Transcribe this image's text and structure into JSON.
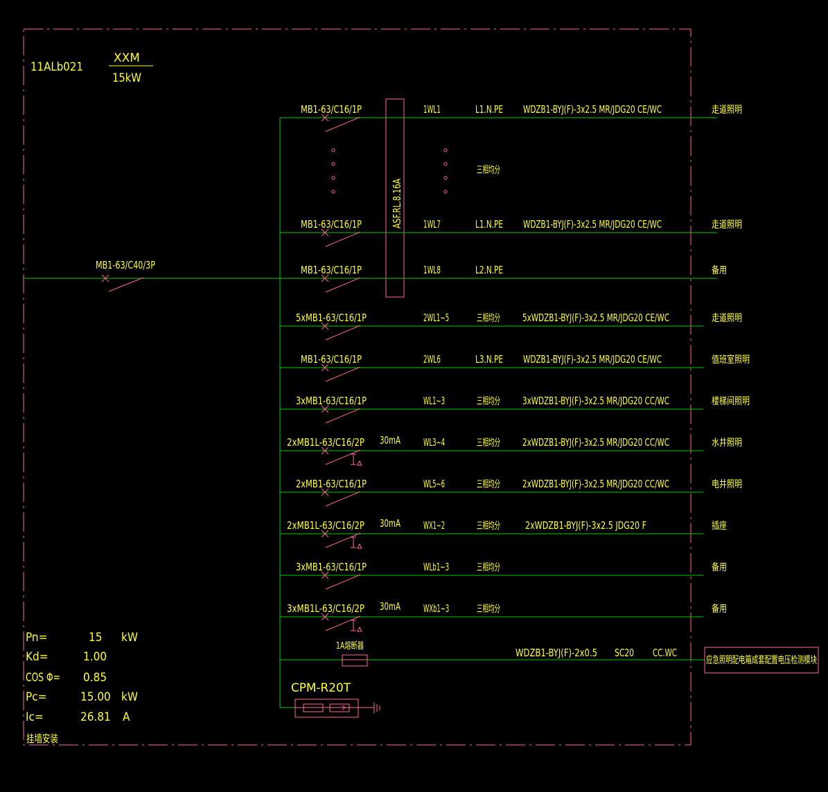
{
  "panel": {
    "code": "11ALb021",
    "name": "XXM",
    "power": "15kW",
    "main_breaker": "MB1-63/C40/3P",
    "bus_device": "ASF.RL.8.16A",
    "three_phase_note": "三相均分",
    "install": "挂墙安装"
  },
  "params": [
    {
      "label": "Pn=",
      "value": "15",
      "unit": "kW"
    },
    {
      "label": "Kd=",
      "value": "1.00",
      "unit": ""
    },
    {
      "label": "COS Φ=",
      "value": "0.85",
      "unit": ""
    },
    {
      "label": "Pc=",
      "value": "15.00",
      "unit": "kW"
    },
    {
      "label": "Ic=",
      "value": "26.81",
      "unit": "A"
    }
  ],
  "circuits": [
    {
      "breaker": "MB1-63/C16/1P",
      "rcd": "",
      "circuit": "1WL1",
      "phase": "L1.N.PE",
      "cable": "WDZB1-BYJ(F)-3x2.5 MR/JDG20 CE/WC",
      "load": "走道照明"
    },
    {
      "breaker": "MB1-63/C16/1P",
      "rcd": "",
      "circuit": "1WL7",
      "phase": "L1.N.PE",
      "cable": "WDZB1-BYJ(F)-3x2.5 MR/JDG20 CE/WC",
      "load": "走道照明"
    },
    {
      "breaker": "MB1-63/C16/1P",
      "rcd": "",
      "circuit": "1WL8",
      "phase": "L2.N.PE",
      "cable": "",
      "load": "备用"
    },
    {
      "breaker": "5xMB1-63/C16/1P",
      "rcd": "",
      "circuit": "2WL1~5",
      "phase": "三相均分",
      "cable": "5xWDZB1-BYJ(F)-3x2.5 MR/JDG20 CE/WC",
      "load": "走道照明"
    },
    {
      "breaker": "MB1-63/C16/1P",
      "rcd": "",
      "circuit": "2WL6",
      "phase": "L3.N.PE",
      "cable": "WDZB1-BYJ(F)-3x2.5 MR/JDG20 CE/WC",
      "load": "值班室照明"
    },
    {
      "breaker": "3xMB1-63/C16/1P",
      "rcd": "",
      "circuit": "WL1~3",
      "phase": "三相均分",
      "cable": "3xWDZB1-BYJ(F)-3x2.5 MR/JDG20 CC/WC",
      "load": "楼梯间照明"
    },
    {
      "breaker": "2xMB1L-63/C16/2P",
      "rcd": "30mA",
      "circuit": "WL3~4",
      "phase": "三相均分",
      "cable": "2xWDZB1-BYJ(F)-3x2.5 MR/JDG20 CC/WC",
      "load": "水井照明"
    },
    {
      "breaker": "2xMB1-63/C16/1P",
      "rcd": "",
      "circuit": "WL5~6",
      "phase": "三相均分",
      "cable": "2xWDZB1-BYJ(F)-3x2.5 MR/JDG20 CC/WC",
      "load": "电井照明"
    },
    {
      "breaker": "2xMB1L-63/C16/2P",
      "rcd": "30mA",
      "circuit": "WX1~2",
      "phase": "三相均分",
      "cable": "2xWDZB1-BYJ(F)-3x2.5 JDG20  F",
      "load": "插座"
    },
    {
      "breaker": "3xMB1-63/C16/1P",
      "rcd": "",
      "circuit": "WLb1~3",
      "phase": "三相均分",
      "cable": "",
      "load": "备用"
    },
    {
      "breaker": "3xMB1L-63/C16/2P",
      "rcd": "30mA",
      "circuit": "WXb1~3",
      "phase": "三相均分",
      "cable": "",
      "load": "备用"
    }
  ],
  "fuse": {
    "label": "1A熔断器",
    "cable": "WDZB1-BYJ(F)-2x0.5",
    "pipe": "SC20",
    "laying": "CC.WC",
    "load": "应急照明配电箱成套配置电压检测模块"
  },
  "spd": {
    "label": "CPM-R20T"
  },
  "colors": {
    "background": "#000000",
    "wire": "#00cc00",
    "symbol": "#ff6699",
    "text": "#ffff33"
  }
}
